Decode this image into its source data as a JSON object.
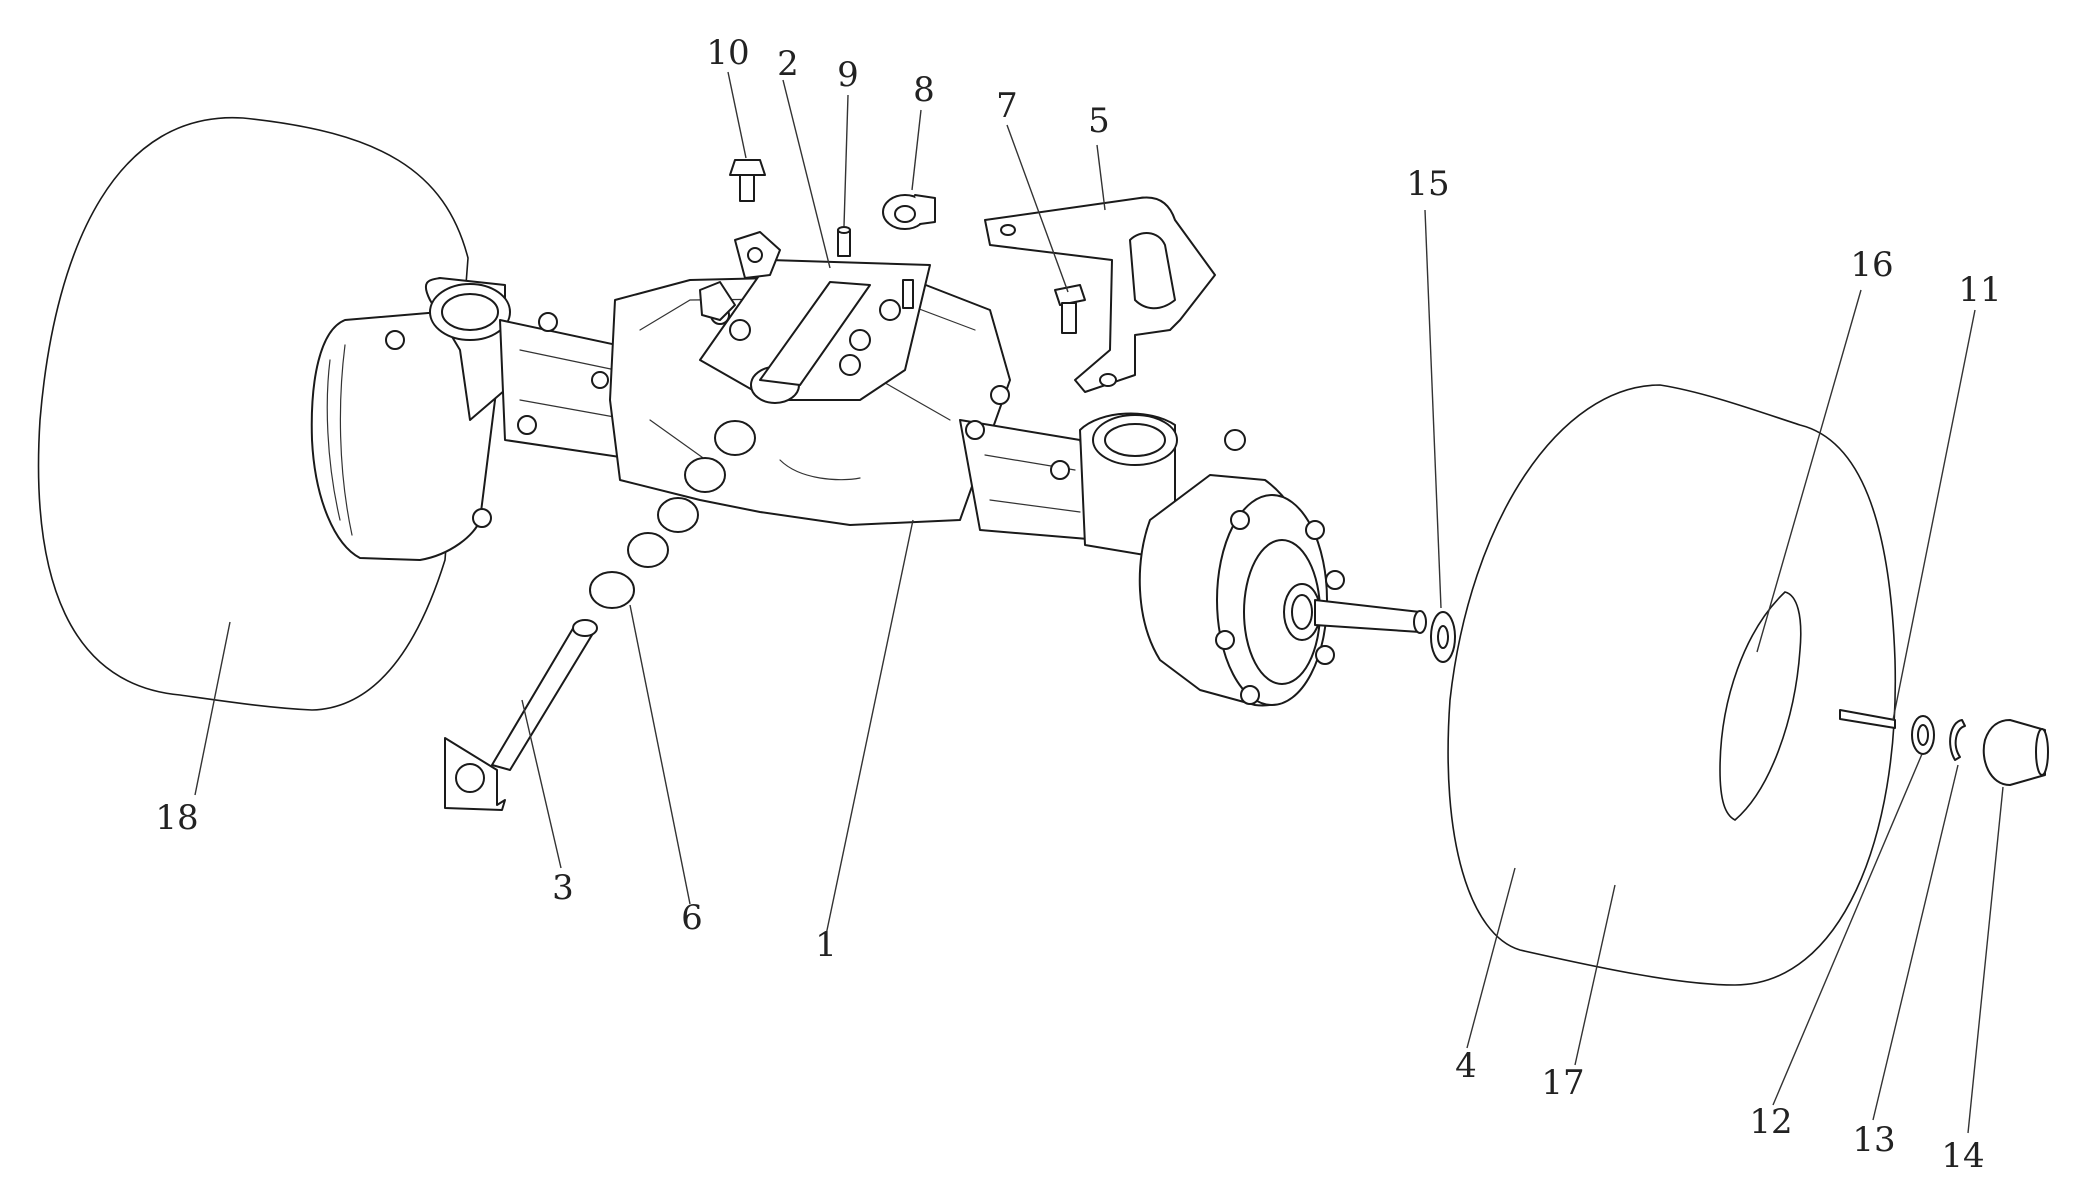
{
  "callouts": [
    {
      "id": "1",
      "label": "1"
    },
    {
      "id": "2",
      "label": "2"
    },
    {
      "id": "3",
      "label": "3"
    },
    {
      "id": "4",
      "label": "4"
    },
    {
      "id": "5",
      "label": "5"
    },
    {
      "id": "6",
      "label": "6"
    },
    {
      "id": "7",
      "label": "7"
    },
    {
      "id": "8",
      "label": "8"
    },
    {
      "id": "9",
      "label": "9"
    },
    {
      "id": "10",
      "label": "10"
    },
    {
      "id": "11",
      "label": "11"
    },
    {
      "id": "12",
      "label": "12"
    },
    {
      "id": "13",
      "label": "13"
    },
    {
      "id": "14",
      "label": "14"
    },
    {
      "id": "15",
      "label": "15"
    },
    {
      "id": "16",
      "label": "16"
    },
    {
      "id": "17",
      "label": "17"
    },
    {
      "id": "18",
      "label": "18"
    }
  ],
  "colors": {
    "line": "#1a1a1a",
    "background": "#ffffff"
  }
}
